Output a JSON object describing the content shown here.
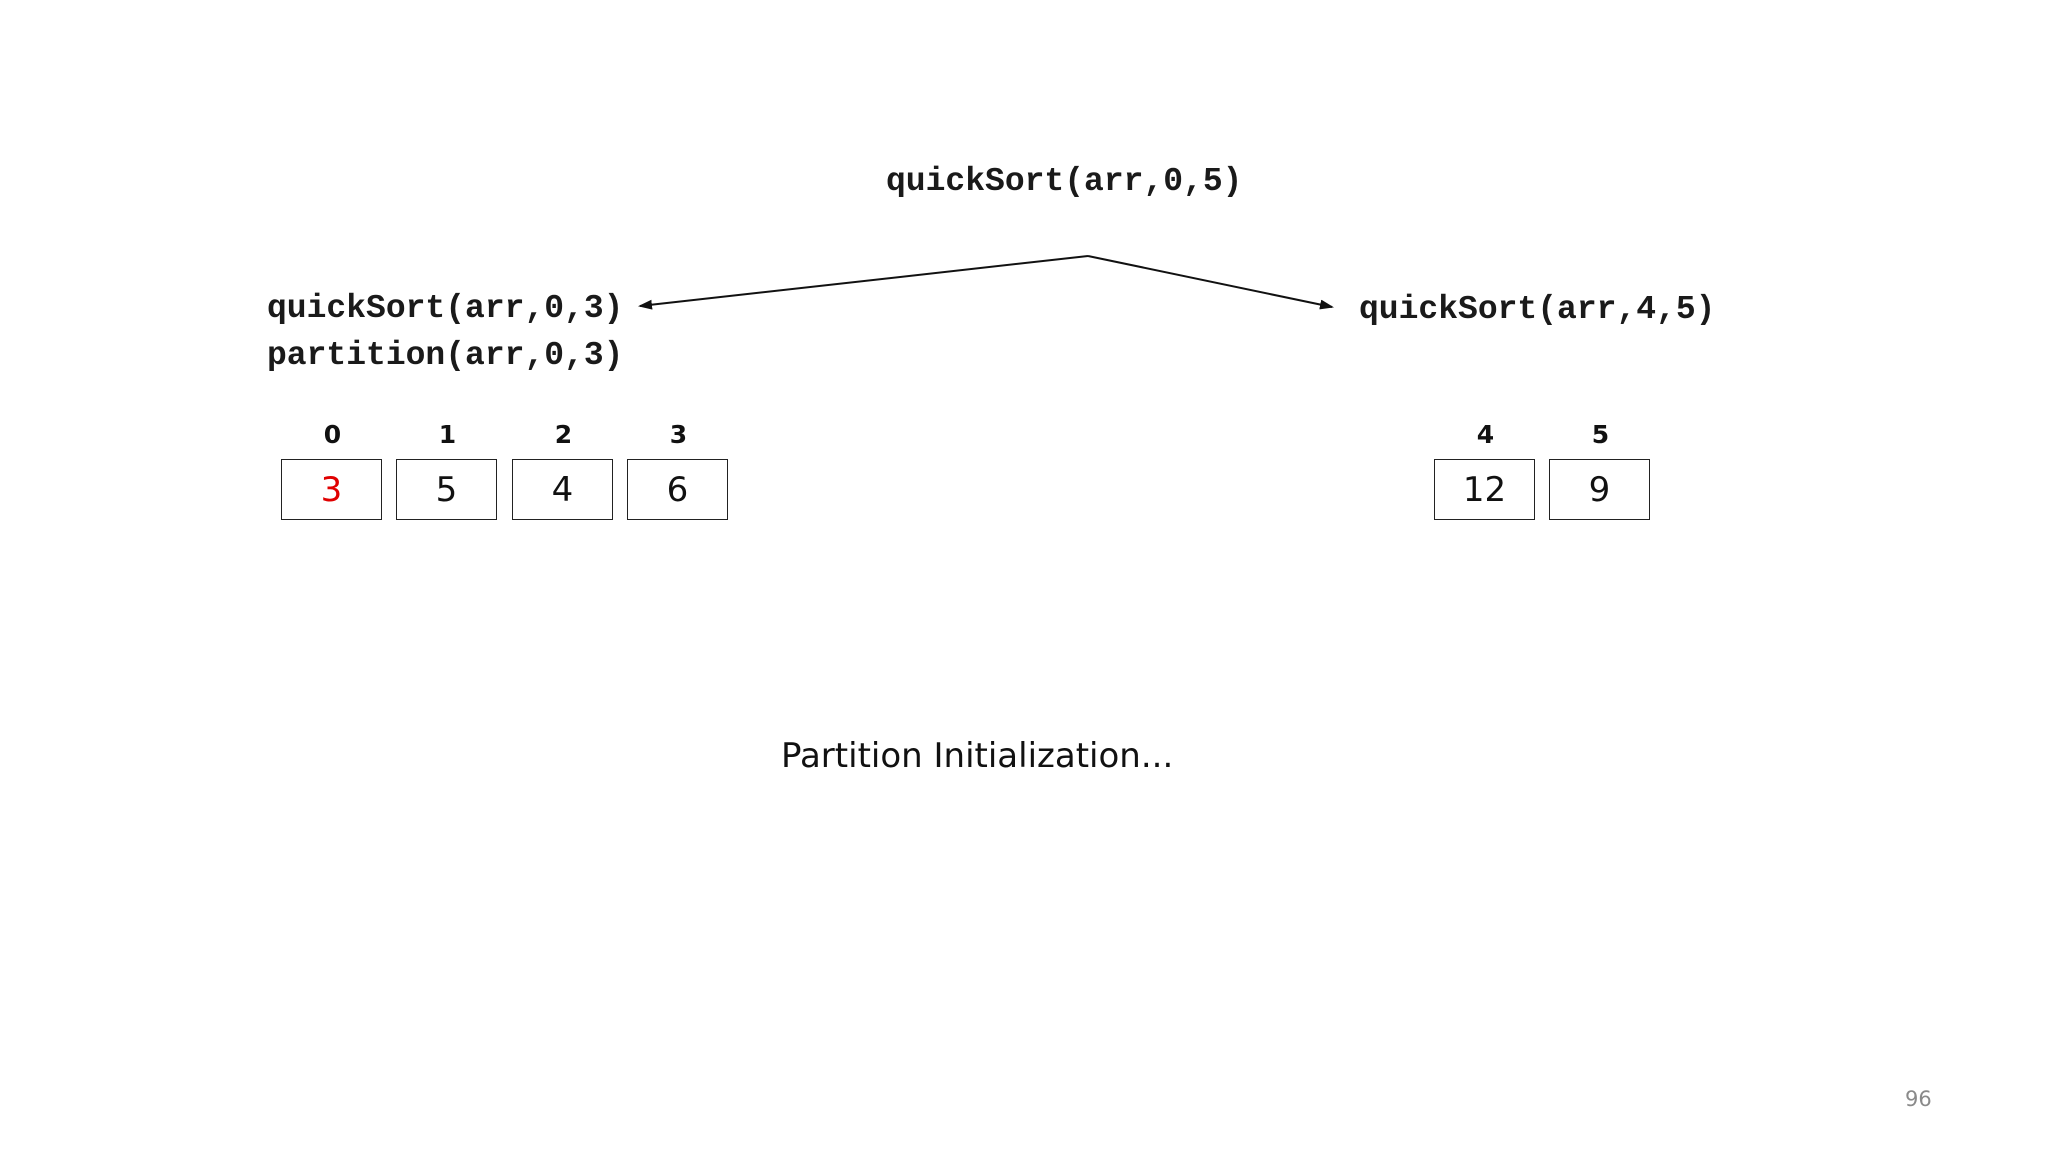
{
  "root_call": "quickSort(arr,0,5)",
  "left_branch": {
    "call": "quickSort(arr,0,3)",
    "partition_call": "partition(arr,0,3)",
    "indices": [
      "0",
      "1",
      "2",
      "3"
    ],
    "values": [
      "3",
      "5",
      "4",
      "6"
    ],
    "pivot_index": 0
  },
  "right_branch": {
    "call": "quickSort(arr,4,5)",
    "indices": [
      "4",
      "5"
    ],
    "values": [
      "12",
      "9"
    ]
  },
  "caption": "Partition Initialization...",
  "page_number": "96",
  "colors": {
    "pivot": "#e00000",
    "text": "#111111",
    "border": "#222222",
    "page_number": "#8a8a8a"
  }
}
